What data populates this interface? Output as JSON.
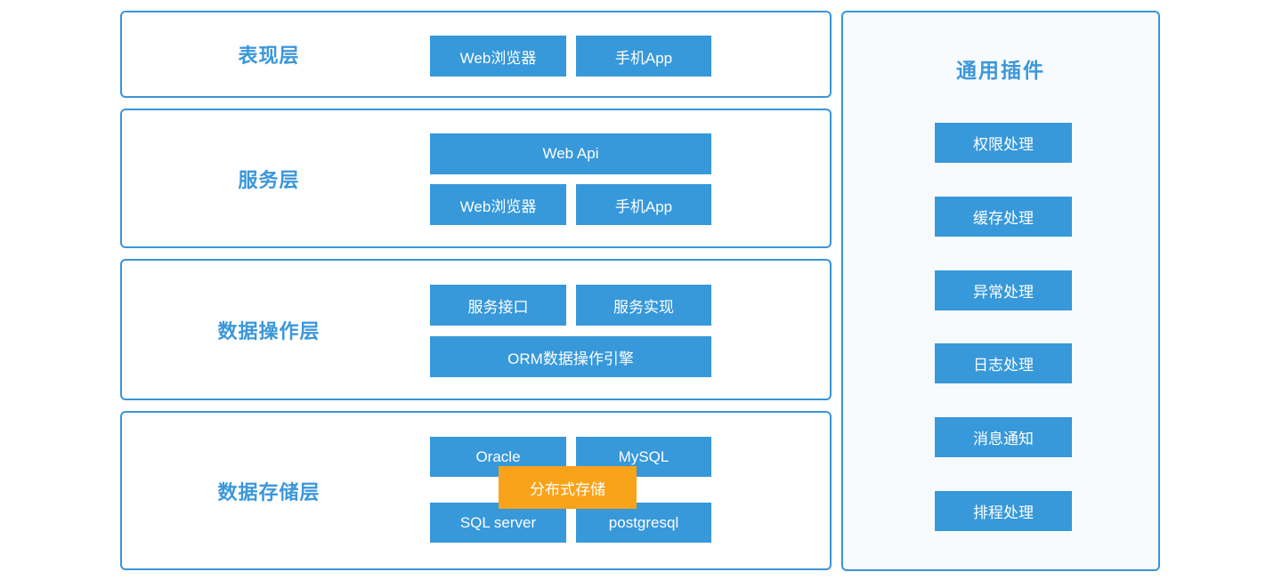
{
  "colors": {
    "accent_blue": "#3798da",
    "border_blue": "#3b94d8",
    "title_blue": "#3b97db",
    "panel_bg": "#f7fbfe",
    "highlight_orange": "#f9a31a",
    "box_text": "#ffffff"
  },
  "layers": [
    {
      "title": "表现层",
      "rows": [
        {
          "boxes": [
            {
              "label": "Web浏览器"
            },
            {
              "label": "手机App"
            }
          ]
        }
      ]
    },
    {
      "title": "服务层",
      "rows": [
        {
          "boxes": [
            {
              "label": "Web Api"
            }
          ]
        },
        {
          "boxes": [
            {
              "label": "Web浏览器"
            },
            {
              "label": "手机App"
            }
          ]
        }
      ]
    },
    {
      "title": "数据操作层",
      "rows": [
        {
          "boxes": [
            {
              "label": "服务接口"
            },
            {
              "label": "服务实现"
            }
          ]
        },
        {
          "boxes": [
            {
              "label": "ORM数据操作引擎"
            }
          ]
        }
      ]
    },
    {
      "title": "数据存储层",
      "rows": [
        {
          "boxes": [
            {
              "label": "Oracle"
            },
            {
              "label": "MySQL"
            }
          ]
        },
        {
          "boxes": [
            {
              "label": "SQL server"
            },
            {
              "label": "postgresql"
            }
          ]
        }
      ],
      "overlay": "分布式存储"
    }
  ],
  "plugins_panel": {
    "title": "通用插件",
    "items": [
      {
        "label": "权限处理"
      },
      {
        "label": "缓存处理"
      },
      {
        "label": "异常处理"
      },
      {
        "label": "日志处理"
      },
      {
        "label": "消息通知"
      },
      {
        "label": "排程处理"
      }
    ]
  }
}
